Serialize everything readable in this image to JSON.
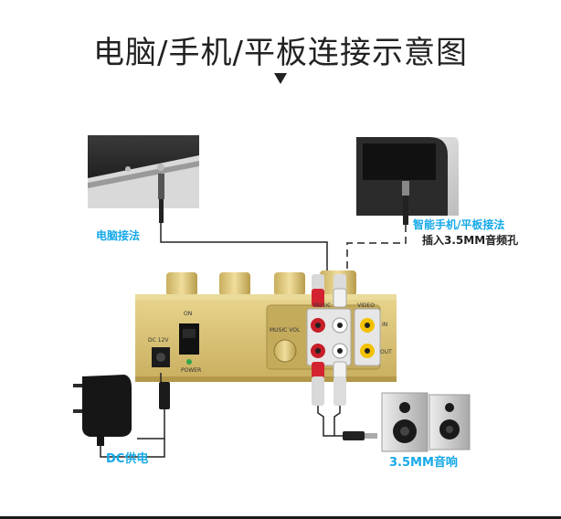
{
  "title": "电脑/手机/平板连接示意图",
  "labels": {
    "computer": "电脑接法",
    "phone": "智能手机/平板接法",
    "phone_sub": "插入3.5MM音频孔",
    "dc": "DC供电",
    "speaker": "3.5MM音响"
  },
  "device": {
    "on": "ON",
    "dc12v": "DC 12V",
    "power": "POWER",
    "music_vol": "MUSIC VOL",
    "music": "MUSIC",
    "video": "VIDEO",
    "in": "IN",
    "out": "OUT"
  },
  "colors": {
    "accent": "#16a9e8",
    "gold": "#d9c274",
    "gold_dark": "#b79f52",
    "panel_dark": "#2a2a2a"
  }
}
